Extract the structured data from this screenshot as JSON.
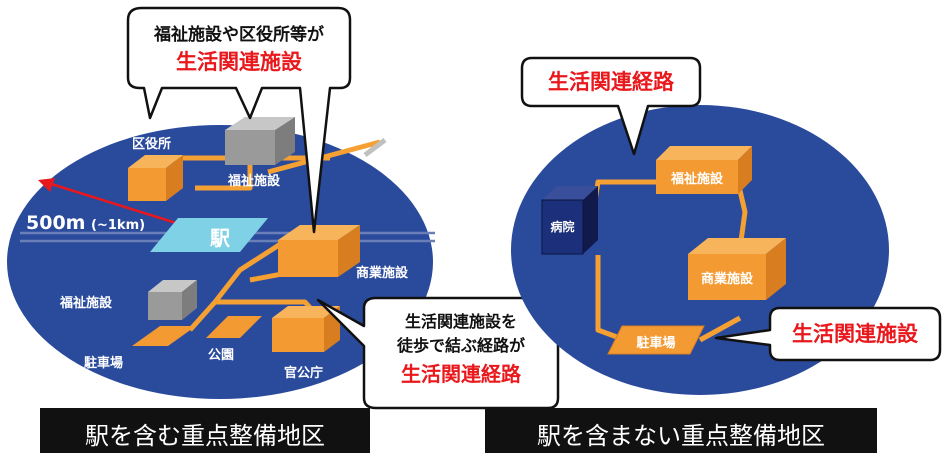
{
  "left_district": {
    "callout_top": {
      "line1": "福祉施設や区役所等が",
      "line2": "生活関連施設"
    },
    "distance_label": "500m",
    "distance_sub": "(~1km)",
    "station_label": "駅",
    "facilities": {
      "ward_office": "区役所",
      "welfare_top": "福祉施設",
      "commercial": "商業施設",
      "welfare_left": "福祉施設",
      "parking": "駐車場",
      "park": "公園",
      "government": "官公庁"
    },
    "callout_bottom": {
      "line1": "生活関連施設を",
      "line2": "徒歩で結ぶ経路が",
      "line3": "生活関連経路"
    },
    "footer": "駅を含む重点整備地区"
  },
  "right_district": {
    "callout_route": "生活関連経路",
    "callout_facility": "生活関連施設",
    "facilities": {
      "hospital": "病院",
      "welfare": "福祉施設",
      "commercial": "商業施設",
      "parking": "駐車場"
    },
    "footer": "駅を含まない重点整備地区"
  },
  "colors": {
    "district_blue": "#2a4a9c",
    "route_orange": "#f5a033",
    "facility_orange": "#f39a32",
    "facility_gray": "#9a9a9a",
    "hospital_navy": "#1c2f7a",
    "station_cyan": "#7fd1e6",
    "accent_red": "#e8181c",
    "footer_black": "#111111"
  }
}
